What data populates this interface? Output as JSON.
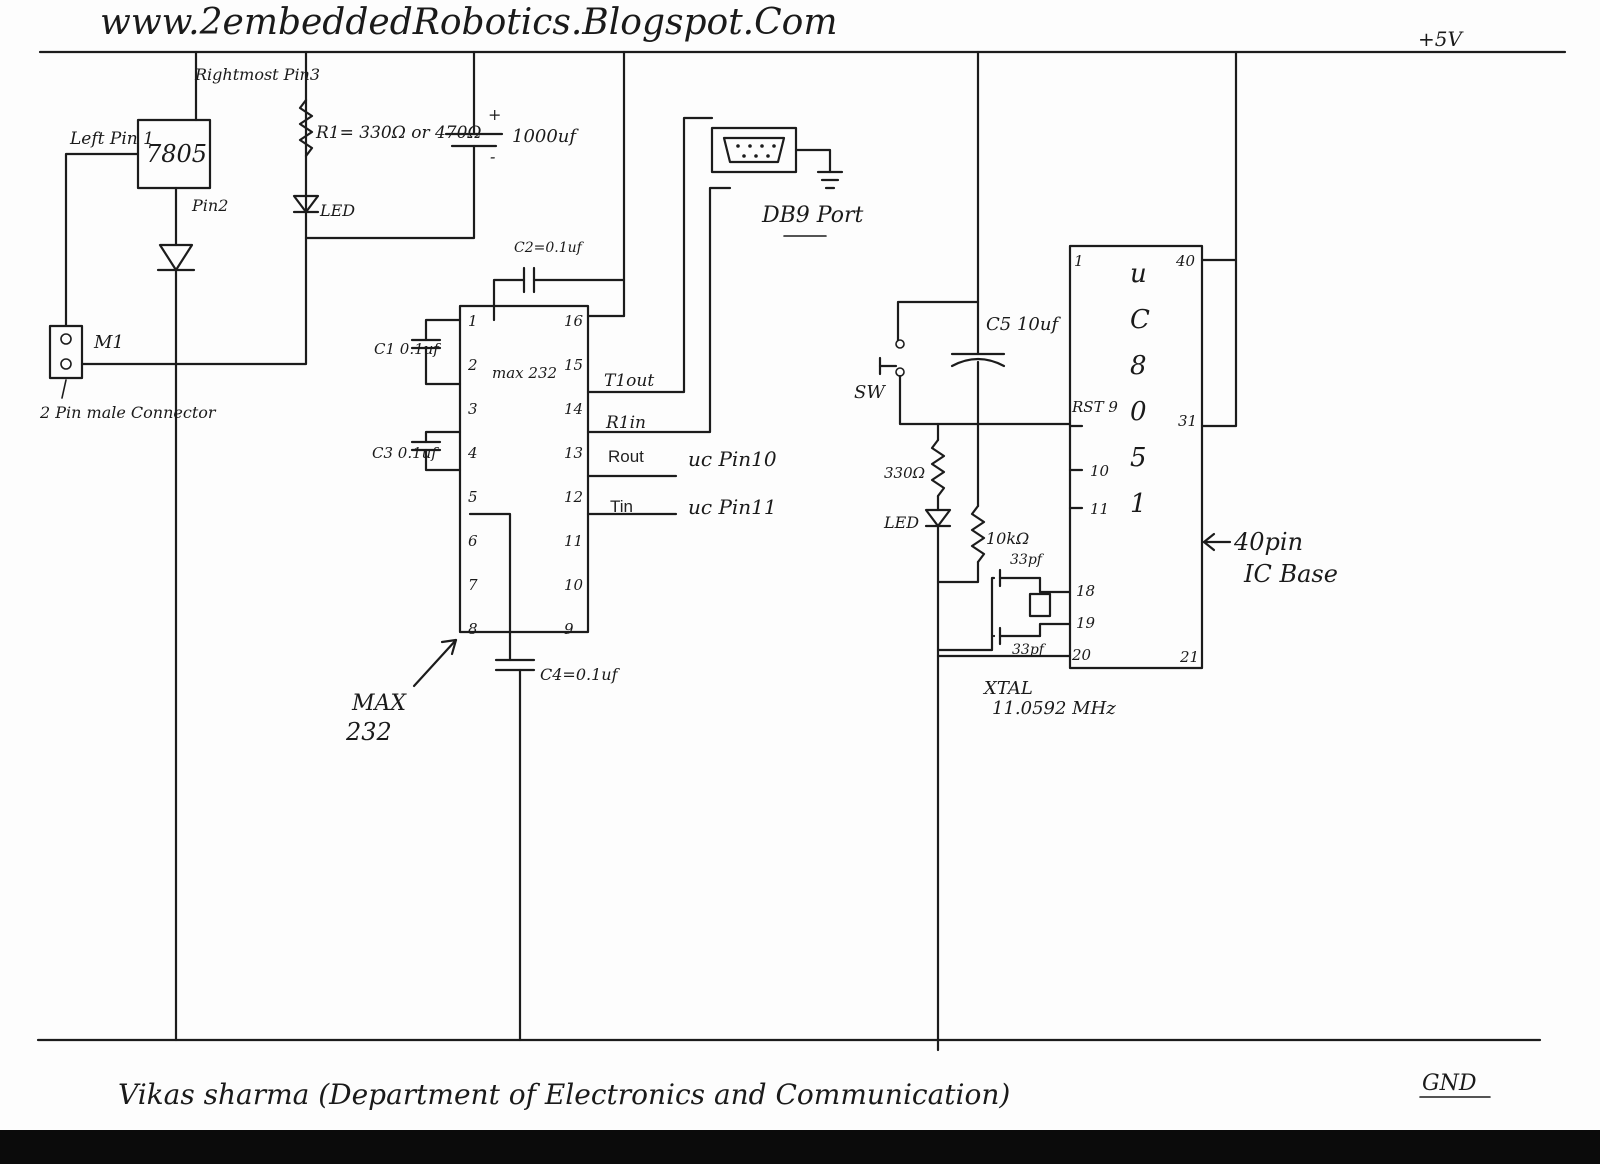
{
  "header_url": "www.2embeddedRobotics.Blogspot.Com",
  "rails": {
    "vcc": "+5V",
    "gnd": "GND"
  },
  "footer": "Vikas sharma (Department of Electronics and Communication)",
  "power_section": {
    "regulator": "7805",
    "pin_right": "Rightmost Pin3",
    "pin_left": "Left Pin 1",
    "pin_mid": "Pin2",
    "connector_ref": "M1",
    "connector_note": "2 Pin male Connector",
    "resistor": "R1= 330Ω or 470Ω",
    "led": "LED",
    "cap_bulk": "1000uf"
  },
  "max232": {
    "chip_label": "max 232",
    "arrow_label": "MAX 232",
    "left_pins": [
      "1",
      "2",
      "3",
      "4",
      "5",
      "6",
      "7",
      "8"
    ],
    "right_pins": [
      "16",
      "15",
      "14",
      "13",
      "12",
      "11",
      "10",
      "9"
    ],
    "c1": "C1 0.1uf",
    "c2": "C2=0.1uf",
    "c3": "C3 0.1uf",
    "c4": "C4=0.1uf",
    "t1out": "T1out",
    "r1in": "R1in",
    "rout": "Rout",
    "tin": "Tin",
    "rout_dest": "uc Pin10",
    "tin_dest": "uc Pin11"
  },
  "db9": {
    "label": "DB9 Port"
  },
  "reset_circuit": {
    "switch": "SW",
    "cap": "C5 10uf",
    "res_led": "330Ω",
    "led": "LED",
    "res_pull": "10kΩ",
    "xtal_cap_a": "33pf",
    "xtal_cap_b": "33pf",
    "xtal": "XTAL 11.0592 MHz"
  },
  "mcu": {
    "letters": [
      "u",
      "C",
      "8",
      "0",
      "5",
      "1"
    ],
    "pins_left": [
      "1",
      "RST 9",
      "10",
      "11",
      "18",
      "19",
      "20"
    ],
    "pins_right": [
      "40",
      "31",
      "21"
    ],
    "base_note": "40pin IC Base"
  }
}
